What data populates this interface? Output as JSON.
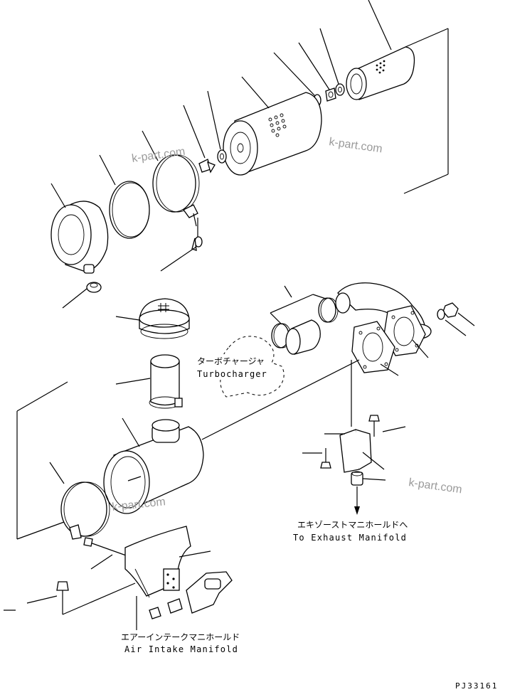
{
  "labels": {
    "turbocharger_jp": "ターボチャージャ",
    "turbocharger_en": "Turbocharger",
    "exhaust_jp": "エキゾーストマニホールドへ",
    "exhaust_en": "To Exhaust Manifold",
    "intake_jp": "エアーインテークマニホールド",
    "intake_en": "Air Intake Manifold",
    "drawing_number": "PJ33161"
  },
  "watermarks": [
    "k-part.com",
    "k-part.com",
    "k-part.com",
    "k-part.com"
  ]
}
